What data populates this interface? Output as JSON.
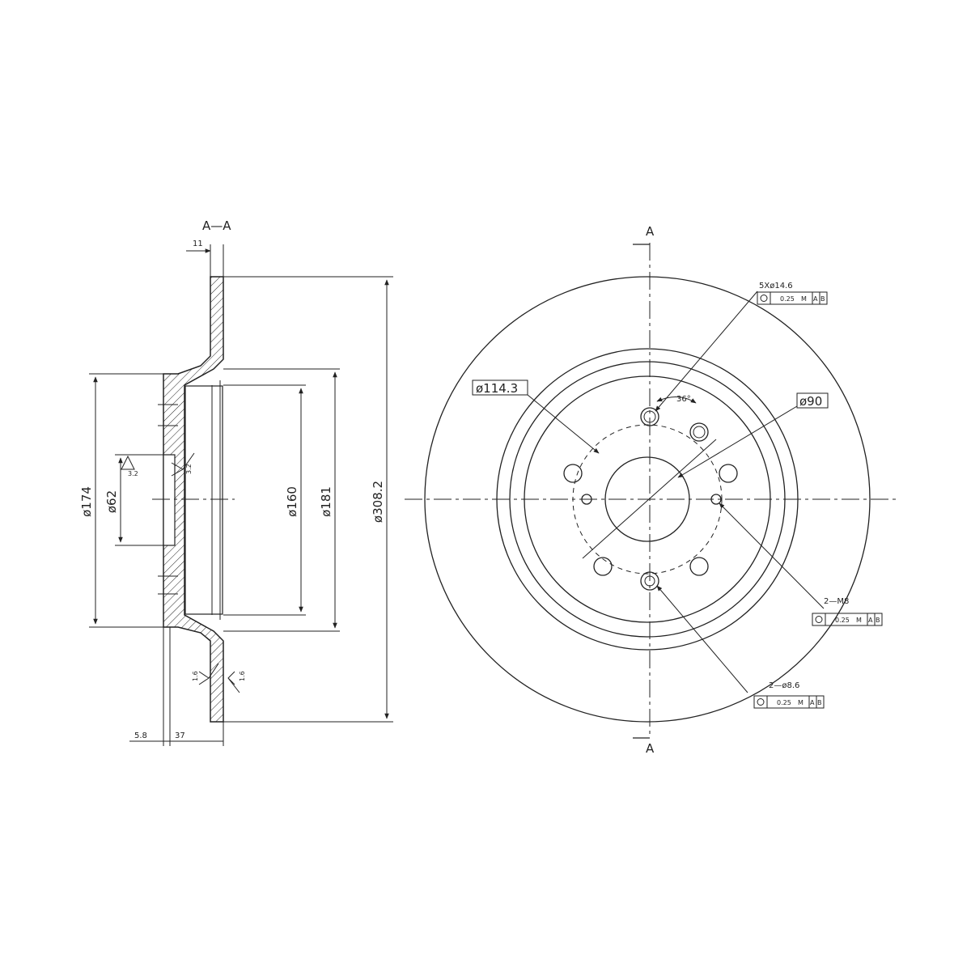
{
  "section": {
    "label": "A—A",
    "dims": {
      "d11": "11",
      "d174": "ø174",
      "d62": "ø62",
      "d160": "ø160",
      "d181": "ø181",
      "d308": "ø308.2",
      "d58": "5.8",
      "d37": "37"
    },
    "roughness": {
      "r32a": "3.2",
      "r32b": "3.2",
      "r16a": "1.6",
      "r16b": "1.6"
    }
  },
  "front": {
    "cut_top": "A",
    "cut_bottom": "A",
    "bolt_holes": {
      "label": "5Xø14.6",
      "tol": "0.25",
      "datum_a": "A",
      "datum_b": "B",
      "mod": "M"
    },
    "pcd": "ø114.3",
    "center": "ø90",
    "angle": "36°",
    "threaded": {
      "label": "2—M8",
      "tol": "0.25",
      "datum_a": "A",
      "datum_b": "B",
      "mod": "M"
    },
    "pins": {
      "label": "2—ø8.6",
      "tol": "0.25",
      "datum_a": "A",
      "datum_b": "B",
      "mod": "M"
    }
  },
  "colors": {
    "line": "#222222",
    "background": "#ffffff"
  }
}
